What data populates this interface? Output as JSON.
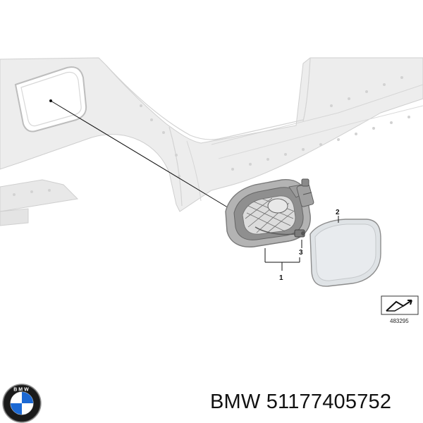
{
  "diagram": {
    "callouts": {
      "part_1": "1",
      "part_2": "2",
      "part_3": "3"
    },
    "reference_number": "483295"
  },
  "caption": {
    "text": "BMW 51177405752"
  },
  "logo": {
    "name": "bmw-roundel-logo",
    "text": "BMW"
  },
  "colors": {
    "body_panel": "#ececec",
    "panel_outline": "#c9c9c9",
    "fuel_cap": "#dfe3e6",
    "housing": "#9a9a9a",
    "logo_blue": "#1c69d4",
    "logo_ring": "#1a1a1a"
  }
}
